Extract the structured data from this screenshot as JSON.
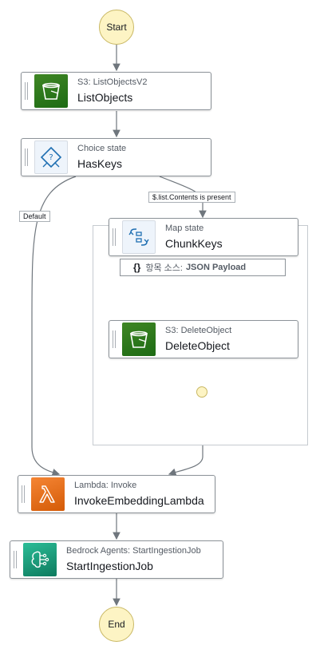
{
  "terminals": {
    "start": "Start",
    "end": "End"
  },
  "states": {
    "list_objects": {
      "type": "S3: ListObjectsV2",
      "name": "ListObjects",
      "icon": "s3-bucket-icon"
    },
    "has_keys": {
      "type": "Choice state",
      "name": "HasKeys",
      "icon": "choice-icon"
    },
    "chunk_keys": {
      "type": "Map state",
      "name": "ChunkKeys",
      "icon": "map-icon"
    },
    "delete_object": {
      "type": "S3: DeleteObject",
      "name": "DeleteObject",
      "icon": "s3-bucket-icon"
    },
    "invoke_lambda": {
      "type": "Lambda: Invoke",
      "name": "InvokeEmbeddingLambda",
      "icon": "lambda-icon"
    },
    "start_ingestion": {
      "type": "Bedrock Agents: StartIngestionJob",
      "name": "StartIngestionJob",
      "icon": "bedrock-icon"
    }
  },
  "edges": {
    "choice_condition": "$.list.Contents is present",
    "default_label": "Default"
  },
  "map_payload": {
    "brace": "{}",
    "source_label": "항목 소스:",
    "source_type": "JSON Payload"
  },
  "colors": {
    "terminal_fill": "#fdf4c4",
    "s3": "#3f8624",
    "lambda": "#ed7100",
    "bedrock": "#1a9c7a",
    "edge": "#6f767d"
  }
}
